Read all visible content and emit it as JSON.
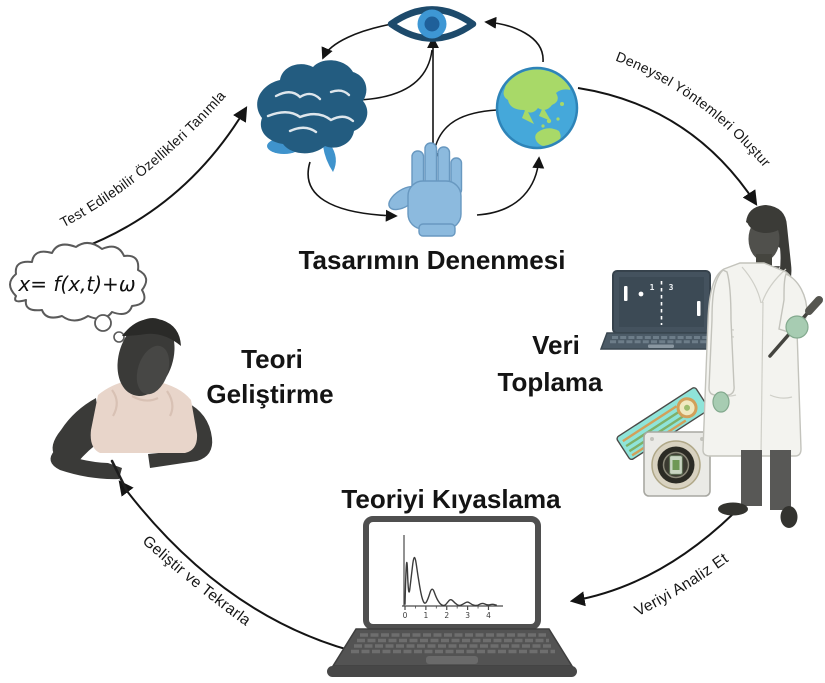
{
  "labels": {
    "test_design": "Tasarımın Denenmesi",
    "data_collection_l1": "Veri",
    "data_collection_l2": "Toplama",
    "theory_dev_l1": "Teori",
    "theory_dev_l2": "Geliştirme",
    "theory_compare": "Teoriyi Kıyaslama"
  },
  "arrows": {
    "define_testable": "Test Edilebilir Özellikleri Tanımla",
    "create_methods": "Deneysel Yöntemleri Oluştur",
    "analyze_data": "Veriyi Analiz Et",
    "improve_repeat": "Geliştir ve Tekrarla"
  },
  "thought_bubble": {
    "formula": "x= f(x,t)+ω"
  },
  "pong": {
    "score_left": "1",
    "score_right": "3"
  },
  "icons": {
    "eye": "eye-icon",
    "brain": "brain-icon",
    "globe": "globe-icon",
    "hand": "gloved-hand-icon",
    "pong_laptop": "pong-laptop-icon",
    "test_strip": "biosensor-strip-icon",
    "camera": "camera-module-icon",
    "graph_laptop": "graph-laptop-icon",
    "scientist": "scientist-figure",
    "writer": "writer-figure",
    "thought_bubble": "thought-bubble"
  },
  "colors": {
    "text": "#141414",
    "arrow": "#141414",
    "brain": "#235c80",
    "brain_accent": "#3f93cc",
    "eye_outline": "#1d4a6b",
    "iris": "#3e97d4",
    "pupil": "#1f609a",
    "globe_ocean": "#45a8da",
    "globe_land": "#a8d968",
    "glove_blue": "#8cbade",
    "strip_teal": "#8fe4d9",
    "trace_gold": "#d2a05a",
    "trace_green": "#7fb068",
    "lab_coat": "#f3f3ef",
    "glove_green": "#a7ccb2"
  },
  "chart_data": {
    "type": "line",
    "title": "",
    "xlabel": "",
    "ylabel": "",
    "x_ticks": [
      "0",
      "1",
      "2",
      "3",
      "4"
    ],
    "xlim": [
      0,
      4.6
    ],
    "ylim": [
      0,
      1.05
    ],
    "grid": false,
    "legend": false,
    "series": [
      {
        "name": "damped-oscillation",
        "x": [
          0,
          0.07,
          0.17,
          0.3,
          0.45,
          0.62,
          0.8,
          0.95,
          1.1,
          1.3,
          1.5,
          1.7,
          1.9,
          2.05,
          2.2,
          2.4,
          2.6,
          2.8,
          3.0,
          3.2,
          3.45,
          3.7,
          3.95,
          4.2,
          4.4
        ],
        "y": [
          0.02,
          0.95,
          0.08,
          0.45,
          0.82,
          0.45,
          0.12,
          0.02,
          0.1,
          0.3,
          0.12,
          0.02,
          0.0,
          0.06,
          0.11,
          0.04,
          0.0,
          0.03,
          0.07,
          0.02,
          0.0,
          0.05,
          0.01,
          0.03,
          0.01
        ]
      }
    ]
  }
}
